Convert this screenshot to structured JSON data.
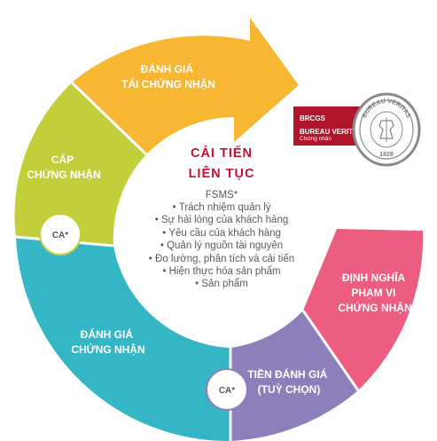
{
  "cycle": {
    "segments": [
      {
        "id": "recert-audit",
        "lines": [
          "ĐÁNH GIÁ",
          "TÁI CHỨNG NHẬN"
        ],
        "color": "#f7b733"
      },
      {
        "id": "certification",
        "lines": [
          "CẤP",
          "CHỨNG NHẬN"
        ],
        "color": "#c3cf3a"
      },
      {
        "id": "cert-audit",
        "lines": [
          "ĐÁNH GIÁ",
          "CHỨNG NHẬN"
        ],
        "color": "#35b6c4"
      },
      {
        "id": "pre-audit",
        "lines": [
          "TIỀN ĐÁNH GIÁ",
          "(TUỲ CHỌN)"
        ],
        "color": "#8d7fba"
      },
      {
        "id": "scope",
        "lines": [
          "ĐỊNH NGHĨA",
          "PHẠM VI",
          "CHỨNG NHẬN"
        ],
        "color": "#ec5d7f"
      }
    ],
    "ca_label": "CA*"
  },
  "center": {
    "title_line1": "CẢI TIẾN",
    "title_line2": "LIÊN TỤC",
    "subtitle": "FSMS*",
    "items": [
      "Trách nhiệm quản lý",
      "Sự hài lòng của khách hàng",
      "Yêu cầu của khách hàng",
      "Quản lý nguồn tài nguyên",
      "Đo lường, phân tích và cải tiến",
      "Hiện thực hóa sản phẩm",
      "Sản phẩm"
    ]
  },
  "badge": {
    "line1": "BRCGS",
    "line2": "BUREAU VERITAS",
    "line3": "Chứng nhận",
    "color": "#b0152b"
  },
  "seal": {
    "ring_text": "BUREAU VERITAS",
    "year": "1828"
  }
}
